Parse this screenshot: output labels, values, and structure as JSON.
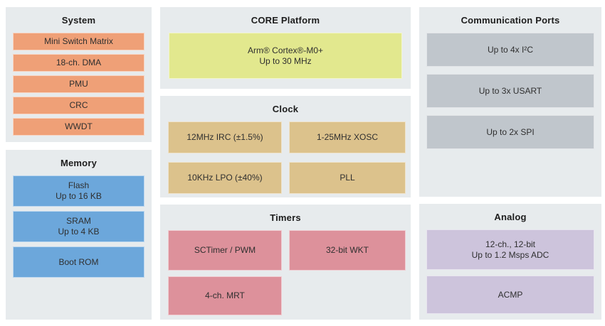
{
  "colors": {
    "page_background": "#ffffff",
    "panel_background": "#e7ebed",
    "system_block": "#efa077",
    "memory_block": "#6ca7db",
    "core_block": "#e2e88e",
    "clock_block": "#dcc28c",
    "timers_block": "#dd919b",
    "comm_block": "#c0c6cc",
    "analog_block": "#cdc4dc"
  },
  "panels": {
    "system": {
      "title": "System",
      "blocks": [
        "Mini Switch Matrix",
        "18-ch. DMA",
        "PMU",
        "CRC",
        "WWDT"
      ]
    },
    "memory": {
      "title": "Memory",
      "blocks": [
        "Flash\nUp to 16 KB",
        "SRAM\nUp to 4 KB",
        "Boot ROM"
      ]
    },
    "core_platform": {
      "title": "CORE Platform",
      "blocks": [
        "Arm® Cortex®-M0+\nUp to 30 MHz"
      ]
    },
    "clock": {
      "title": "Clock",
      "blocks": [
        "12MHz IRC (±1.5%)",
        "1-25MHz XOSC",
        "10KHz LPO (±40%)",
        "PLL"
      ]
    },
    "timers": {
      "title": "Timers",
      "blocks": [
        "SCTimer / PWM",
        "32-bit WKT",
        "4-ch. MRT"
      ]
    },
    "communication_ports": {
      "title": "Communication Ports",
      "blocks": [
        "Up to 4x I²C",
        "Up to 3x USART",
        "Up to 2x SPI"
      ]
    },
    "analog": {
      "title": "Analog",
      "blocks": [
        "12-ch., 12-bit\nUp to 1.2 Msps ADC",
        "ACMP"
      ]
    }
  }
}
